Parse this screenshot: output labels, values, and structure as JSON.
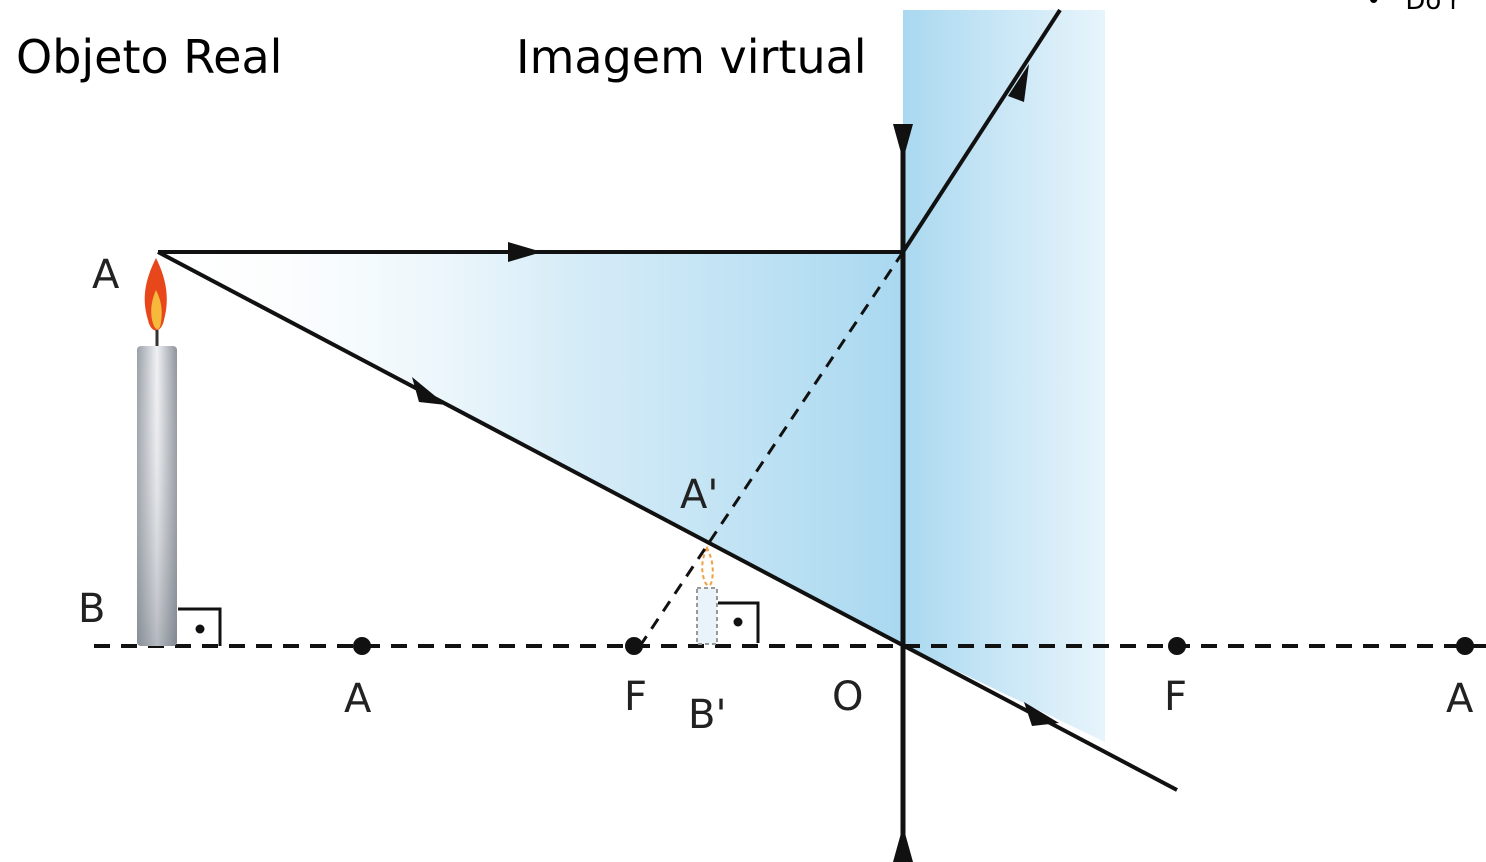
{
  "titles": {
    "object": "Objeto Real",
    "image": "Imagem virtual"
  },
  "bullet_fragment": {
    "marker": "•",
    "text": "Do r"
  },
  "diagram": {
    "object_top_label": "A",
    "object_base_label": "B",
    "image_top_label": "A'",
    "image_base_label": "B'",
    "optical_center_label": "O",
    "axis_points": [
      {
        "id": "antiprincipal-left",
        "label": "A"
      },
      {
        "id": "focus-left",
        "label": "F"
      },
      {
        "id": "focus-right",
        "label": "F"
      },
      {
        "id": "antiprincipal-right",
        "label": "A"
      }
    ]
  },
  "colors": {
    "ray": "#111111",
    "shade": "#a9d8f0",
    "flame_outer": "#e8471c",
    "flame_inner": "#f6b93b",
    "candle": "#d4d8de"
  },
  "icons": {
    "lens": "diverging-lens-icon",
    "candle": "candle-icon"
  }
}
